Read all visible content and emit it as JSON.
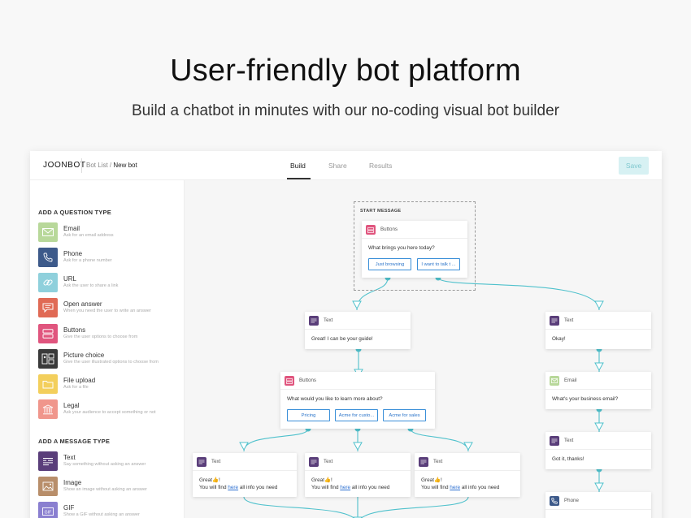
{
  "hero": {
    "title": "User-friendly bot platform",
    "subtitle": "Build a chatbot in minutes with our no-coding visual bot builder"
  },
  "topbar": {
    "logo": "JOONBOT",
    "breadcrumb_parent": "Bot List",
    "breadcrumb_sep": " / ",
    "breadcrumb_current": "New bot",
    "tabs": [
      "Build",
      "Share",
      "Results"
    ],
    "active_tab": "Build",
    "save_label": "Save"
  },
  "sidebar": {
    "question_title": "ADD A QUESTION TYPE",
    "question_types": [
      {
        "label": "Email",
        "desc": "Ask for an email address",
        "icon": "envelope-icon",
        "color": "#b8d89a"
      },
      {
        "label": "Phone",
        "desc": "Ask for a phone number",
        "icon": "phone-icon",
        "color": "#3d5a8a"
      },
      {
        "label": "URL",
        "desc": "Ask the user to share a link",
        "icon": "link-icon",
        "color": "#8fd0dc"
      },
      {
        "label": "Open answer",
        "desc": "When you need the user to write an answer",
        "icon": "comment-icon",
        "color": "#e06a55"
      },
      {
        "label": "Buttons",
        "desc": "Give the user options to choose from",
        "icon": "buttons-icon",
        "color": "#e0557e"
      },
      {
        "label": "Picture choice",
        "desc": "Give the user illustrated options to choose from",
        "icon": "picture-choice-icon",
        "color": "#3a3a3a"
      },
      {
        "label": "File upload",
        "desc": "Ask for a file",
        "icon": "folder-icon",
        "color": "#f3cf5c"
      },
      {
        "label": "Legal",
        "desc": "Ask your audience to accept something or not",
        "icon": "bank-icon",
        "color": "#f0968c"
      }
    ],
    "message_title": "ADD A MESSAGE TYPE",
    "message_types": [
      {
        "label": "Text",
        "desc": "Say something without asking an answer",
        "icon": "text-lines-icon",
        "color": "#5a3e7a"
      },
      {
        "label": "Image",
        "desc": "Show an image without asking an answer",
        "icon": "image-icon",
        "color": "#b88e6a"
      },
      {
        "label": "GIF",
        "desc": "Show a GIF without asking an answer",
        "icon": "gif-icon",
        "color": "#8a7fd0"
      }
    ]
  },
  "canvas": {
    "start_label": "START MESSAGE",
    "start_node": {
      "type": "Buttons",
      "text": "What brings you here today?",
      "buttons": [
        "Just browsing",
        "I want to talk t ..."
      ]
    },
    "text_guide": {
      "type": "Text",
      "text": "Great! I can be your guide!"
    },
    "learn_node": {
      "type": "Buttons",
      "text": "What would you like to learn more about?",
      "buttons": [
        "Pricing",
        "Acme for custo...",
        "Acme for sales"
      ]
    },
    "info_nodes": [
      {
        "type": "Text",
        "line1": "Great👍!",
        "pre": "You will find ",
        "link": "here",
        "post": " all info you need"
      },
      {
        "type": "Text",
        "line1": "Great👍!",
        "pre": "You will find ",
        "link": "here",
        "post": " all info you need"
      },
      {
        "type": "Text",
        "line1": "Great👍!",
        "pre": "You will find ",
        "link": "here",
        "post": " all info you need"
      }
    ],
    "okay_node": {
      "type": "Text",
      "text": "Okay!"
    },
    "email_node": {
      "type": "Email",
      "text": "What's your business email?"
    },
    "thanks_node": {
      "type": "Text",
      "text": "Got it, thanks!"
    },
    "phone_node": {
      "type": "Phone"
    },
    "colors": {
      "connector": "#4fc1cc",
      "text_icon": "#5a3e7a",
      "buttons_icon": "#e0557e",
      "email_icon": "#b8d89a",
      "phone_icon": "#3d5a8a"
    }
  }
}
